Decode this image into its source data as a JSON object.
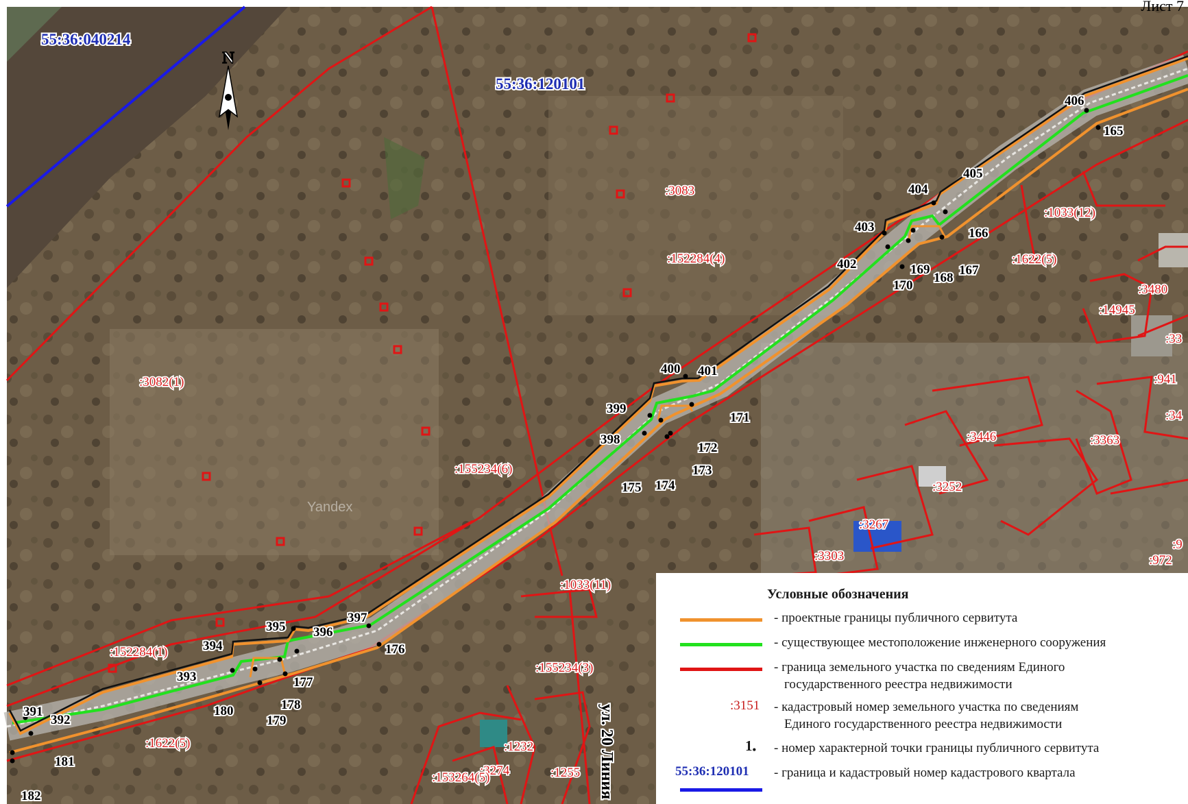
{
  "sheet_label": "Лист 7",
  "quarters": [
    {
      "id": "q1",
      "label": "55:36:040214"
    },
    {
      "id": "q2",
      "label": "55:36:120101"
    }
  ],
  "north_label": "N",
  "parcels": [
    {
      "id": "p3083",
      "label": ":3083"
    },
    {
      "id": "p3082",
      "label": ":3082(1)"
    },
    {
      "id": "p152284_4",
      "label": ":152284(4)"
    },
    {
      "id": "p155234_6",
      "label": ":155234(6)"
    },
    {
      "id": "p1033_12",
      "label": ":1033(12)"
    },
    {
      "id": "p1622_5a",
      "label": ":1622(5)"
    },
    {
      "id": "p3480",
      "label": ":3480"
    },
    {
      "id": "p14945",
      "label": ":14945"
    },
    {
      "id": "p33",
      "label": ":33"
    },
    {
      "id": "p941",
      "label": ":941"
    },
    {
      "id": "p34",
      "label": ":34"
    },
    {
      "id": "p3446",
      "label": ":3446"
    },
    {
      "id": "p3363",
      "label": ":3363"
    },
    {
      "id": "p3252",
      "label": ":3252"
    },
    {
      "id": "p3267",
      "label": ":3267"
    },
    {
      "id": "p3303",
      "label": ":3303"
    },
    {
      "id": "p972",
      "label": ":972"
    },
    {
      "id": "p9",
      "label": ":9"
    },
    {
      "id": "p1033_11",
      "label": ":1033(11)"
    },
    {
      "id": "p152284_1",
      "label": ":152284(1)"
    },
    {
      "id": "p155234_3",
      "label": ":155234(3)"
    },
    {
      "id": "p1622_5b",
      "label": ":1622(5)"
    },
    {
      "id": "p1232",
      "label": ":1232"
    },
    {
      "id": "p3274",
      "label": ":3274"
    },
    {
      "id": "p1255",
      "label": ":1255"
    },
    {
      "id": "p153264",
      "label": ":153264(5)"
    }
  ],
  "points": [
    {
      "id": "406",
      "label": "406"
    },
    {
      "id": "165",
      "label": "165"
    },
    {
      "id": "405",
      "label": "405"
    },
    {
      "id": "404",
      "label": "404"
    },
    {
      "id": "403",
      "label": "403"
    },
    {
      "id": "166",
      "label": "166"
    },
    {
      "id": "402",
      "label": "402"
    },
    {
      "id": "169",
      "label": "169"
    },
    {
      "id": "168",
      "label": "168"
    },
    {
      "id": "167",
      "label": "167"
    },
    {
      "id": "170",
      "label": "170"
    },
    {
      "id": "400",
      "label": "400"
    },
    {
      "id": "401",
      "label": "401"
    },
    {
      "id": "399",
      "label": "399"
    },
    {
      "id": "171",
      "label": "171"
    },
    {
      "id": "398",
      "label": "398"
    },
    {
      "id": "172",
      "label": "172"
    },
    {
      "id": "173",
      "label": "173"
    },
    {
      "id": "175",
      "label": "175"
    },
    {
      "id": "174",
      "label": "174"
    },
    {
      "id": "397",
      "label": "397"
    },
    {
      "id": "395",
      "label": "395"
    },
    {
      "id": "396",
      "label": "396"
    },
    {
      "id": "394",
      "label": "394"
    },
    {
      "id": "176",
      "label": "176"
    },
    {
      "id": "393",
      "label": "393"
    },
    {
      "id": "177",
      "label": "177"
    },
    {
      "id": "178",
      "label": "178"
    },
    {
      "id": "180",
      "label": "180"
    },
    {
      "id": "179",
      "label": "179"
    },
    {
      "id": "391",
      "label": "391"
    },
    {
      "id": "392",
      "label": "392"
    },
    {
      "id": "181",
      "label": "181"
    },
    {
      "id": "182",
      "label": "182"
    }
  ],
  "street_label": "ул. 20 Линия",
  "watermark": "Yandex",
  "legend": {
    "title": "Условные обозначения",
    "servitude": "- проектные границы публичного сервитута",
    "structure": "- существующее местоположение инженерного сооружения",
    "parcel_line1": "- граница земельного участка по сведениям Единого",
    "parcel_line2": "государственного реестра недвижимости",
    "code_sample": ":3151",
    "code_line1": "- кадастровый номер земельного участка по сведениям",
    "code_line2": "Единого государственного реестра недвижимости",
    "point_sample": "1",
    "point_text": "- номер характерной точки границы публичного сервитута",
    "quarter_sample": "55:36:120101",
    "quarter_text": "- граница и кадастровый номер кадастрового квартала"
  },
  "colors": {
    "servitude": "#f0922e",
    "structure": "#22e11e",
    "parcel": "#e01515",
    "quarter": "#1a1ae6",
    "ground": "#6b5b45",
    "river": "#54473a",
    "label_red": "#d81f1f",
    "label_blue": "#1f2fb3"
  }
}
